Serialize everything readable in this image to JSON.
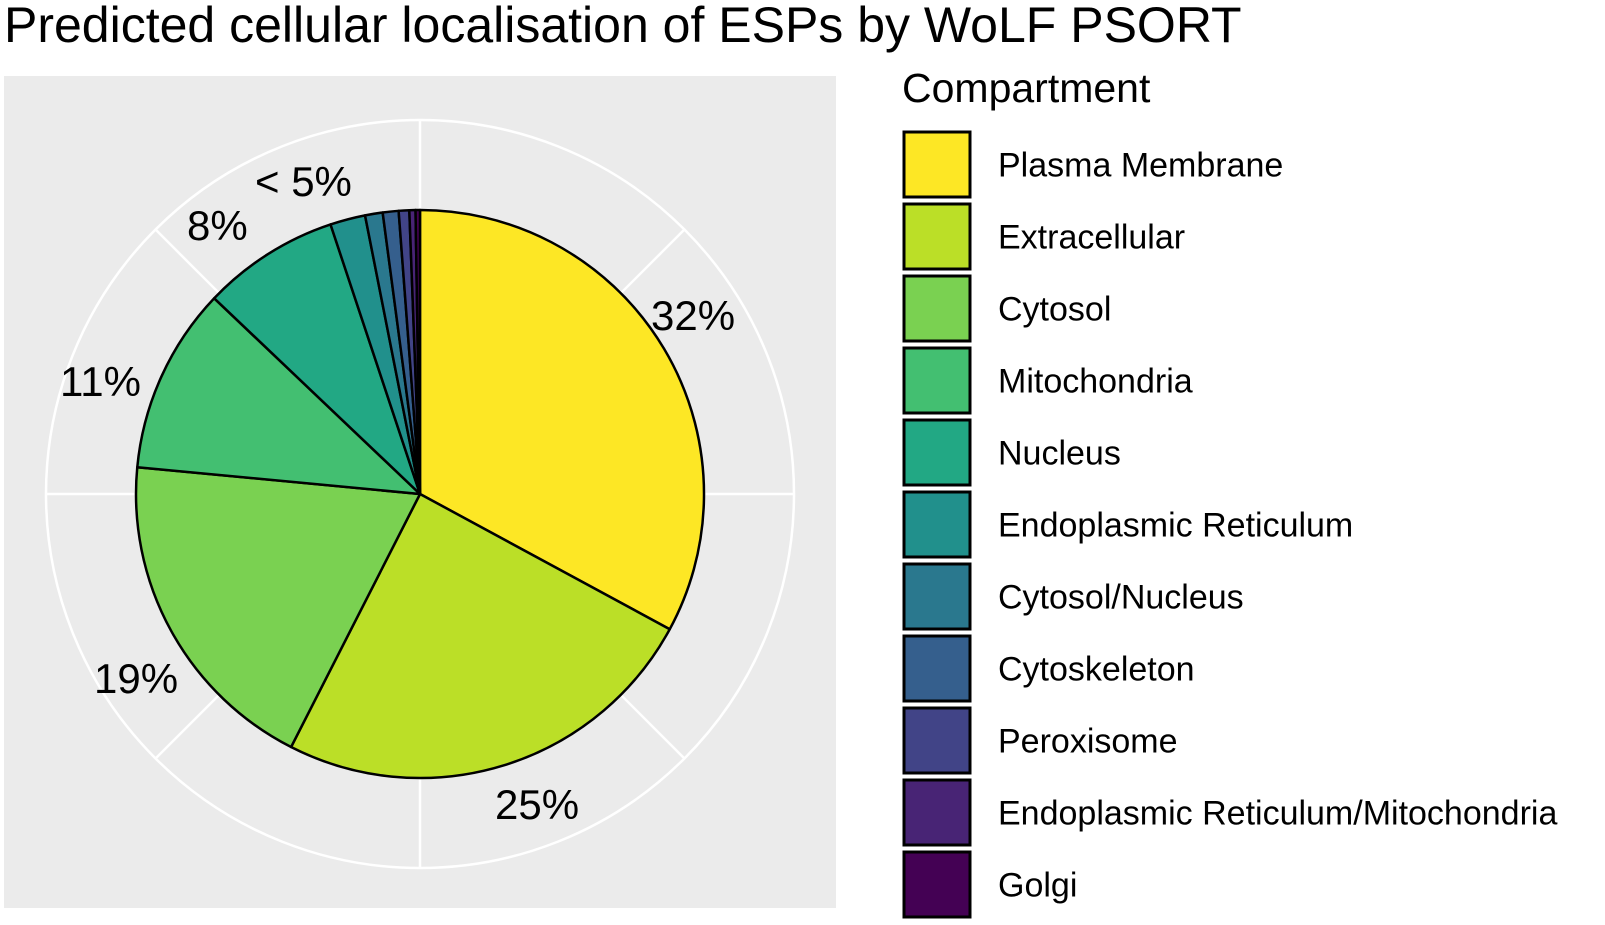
{
  "chart_data": {
    "type": "pie",
    "title": "Predicted cellular localisation of ESPs by WoLF PSORT",
    "legend": {
      "title": "Compartment",
      "placement": "right"
    },
    "grid": true,
    "slices": [
      {
        "label": "Plasma Membrane",
        "value": 32.9,
        "color": "#FDE725"
      },
      {
        "label": "Extracellular",
        "value": 24.6,
        "color": "#BBDF27"
      },
      {
        "label": "Cytosol",
        "value": 19.0,
        "color": "#7AD151"
      },
      {
        "label": "Mitochondria",
        "value": 10.6,
        "color": "#43BF71"
      },
      {
        "label": "Nucleus",
        "value": 7.8,
        "color": "#22A884"
      },
      {
        "label": "Endoplasmic Reticulum",
        "value": 2.0,
        "color": "#21908C"
      },
      {
        "label": "Cytosol/Nucleus",
        "value": 1.0,
        "color": "#2A788E"
      },
      {
        "label": "Cytoskeleton",
        "value": 0.9,
        "color": "#355F8D"
      },
      {
        "label": "Peroxisome",
        "value": 0.6,
        "color": "#414487"
      },
      {
        "label": "Endoplasmic Reticulum/Mitochondria",
        "value": 0.35,
        "color": "#482475"
      },
      {
        "label": "Golgi",
        "value": 0.25,
        "color": "#440154"
      }
    ],
    "slice_labels": [
      "32%",
      "25%",
      "19%",
      "11%",
      "8%",
      "< 5%"
    ]
  }
}
